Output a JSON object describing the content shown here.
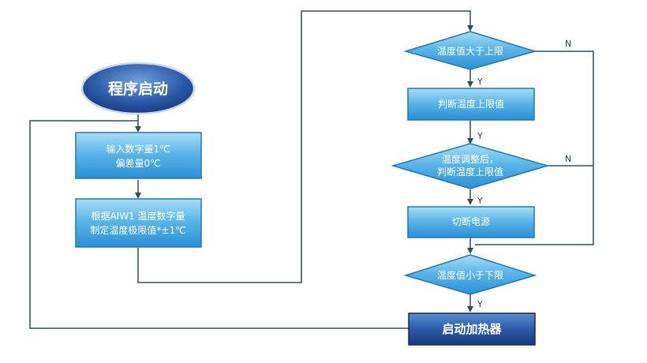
{
  "nodes": {
    "start": "程序启动",
    "input_line1": "输入数字量1℃",
    "input_line2": "偏差量0℃",
    "limit_line1": "根据AIW1 温度数字量",
    "limit_line2": "制定温度极限值*±1℃",
    "cond_upper": "温度值大于上限",
    "judge_upper": "判断温度上限值",
    "adjust_line1": "温度调整后，",
    "adjust_line2": "判断温度上限值",
    "cut_power": "切断电源",
    "cond_lower": "温度值小于下限",
    "heater": "启动加热器"
  },
  "labels": {
    "y1": "Y",
    "y2": "Y",
    "y3": "Y",
    "y4": "Y",
    "n1": "N",
    "n2": "N"
  },
  "colors": {
    "line": "#2f4f57",
    "box_light": "#8fd3f4",
    "box_mid": "#3ea0dc",
    "box_border": "#1e78b8",
    "dark_light": "#4a7fc0",
    "dark_deep": "#1b3f82",
    "dark_border": "#102a5c"
  }
}
